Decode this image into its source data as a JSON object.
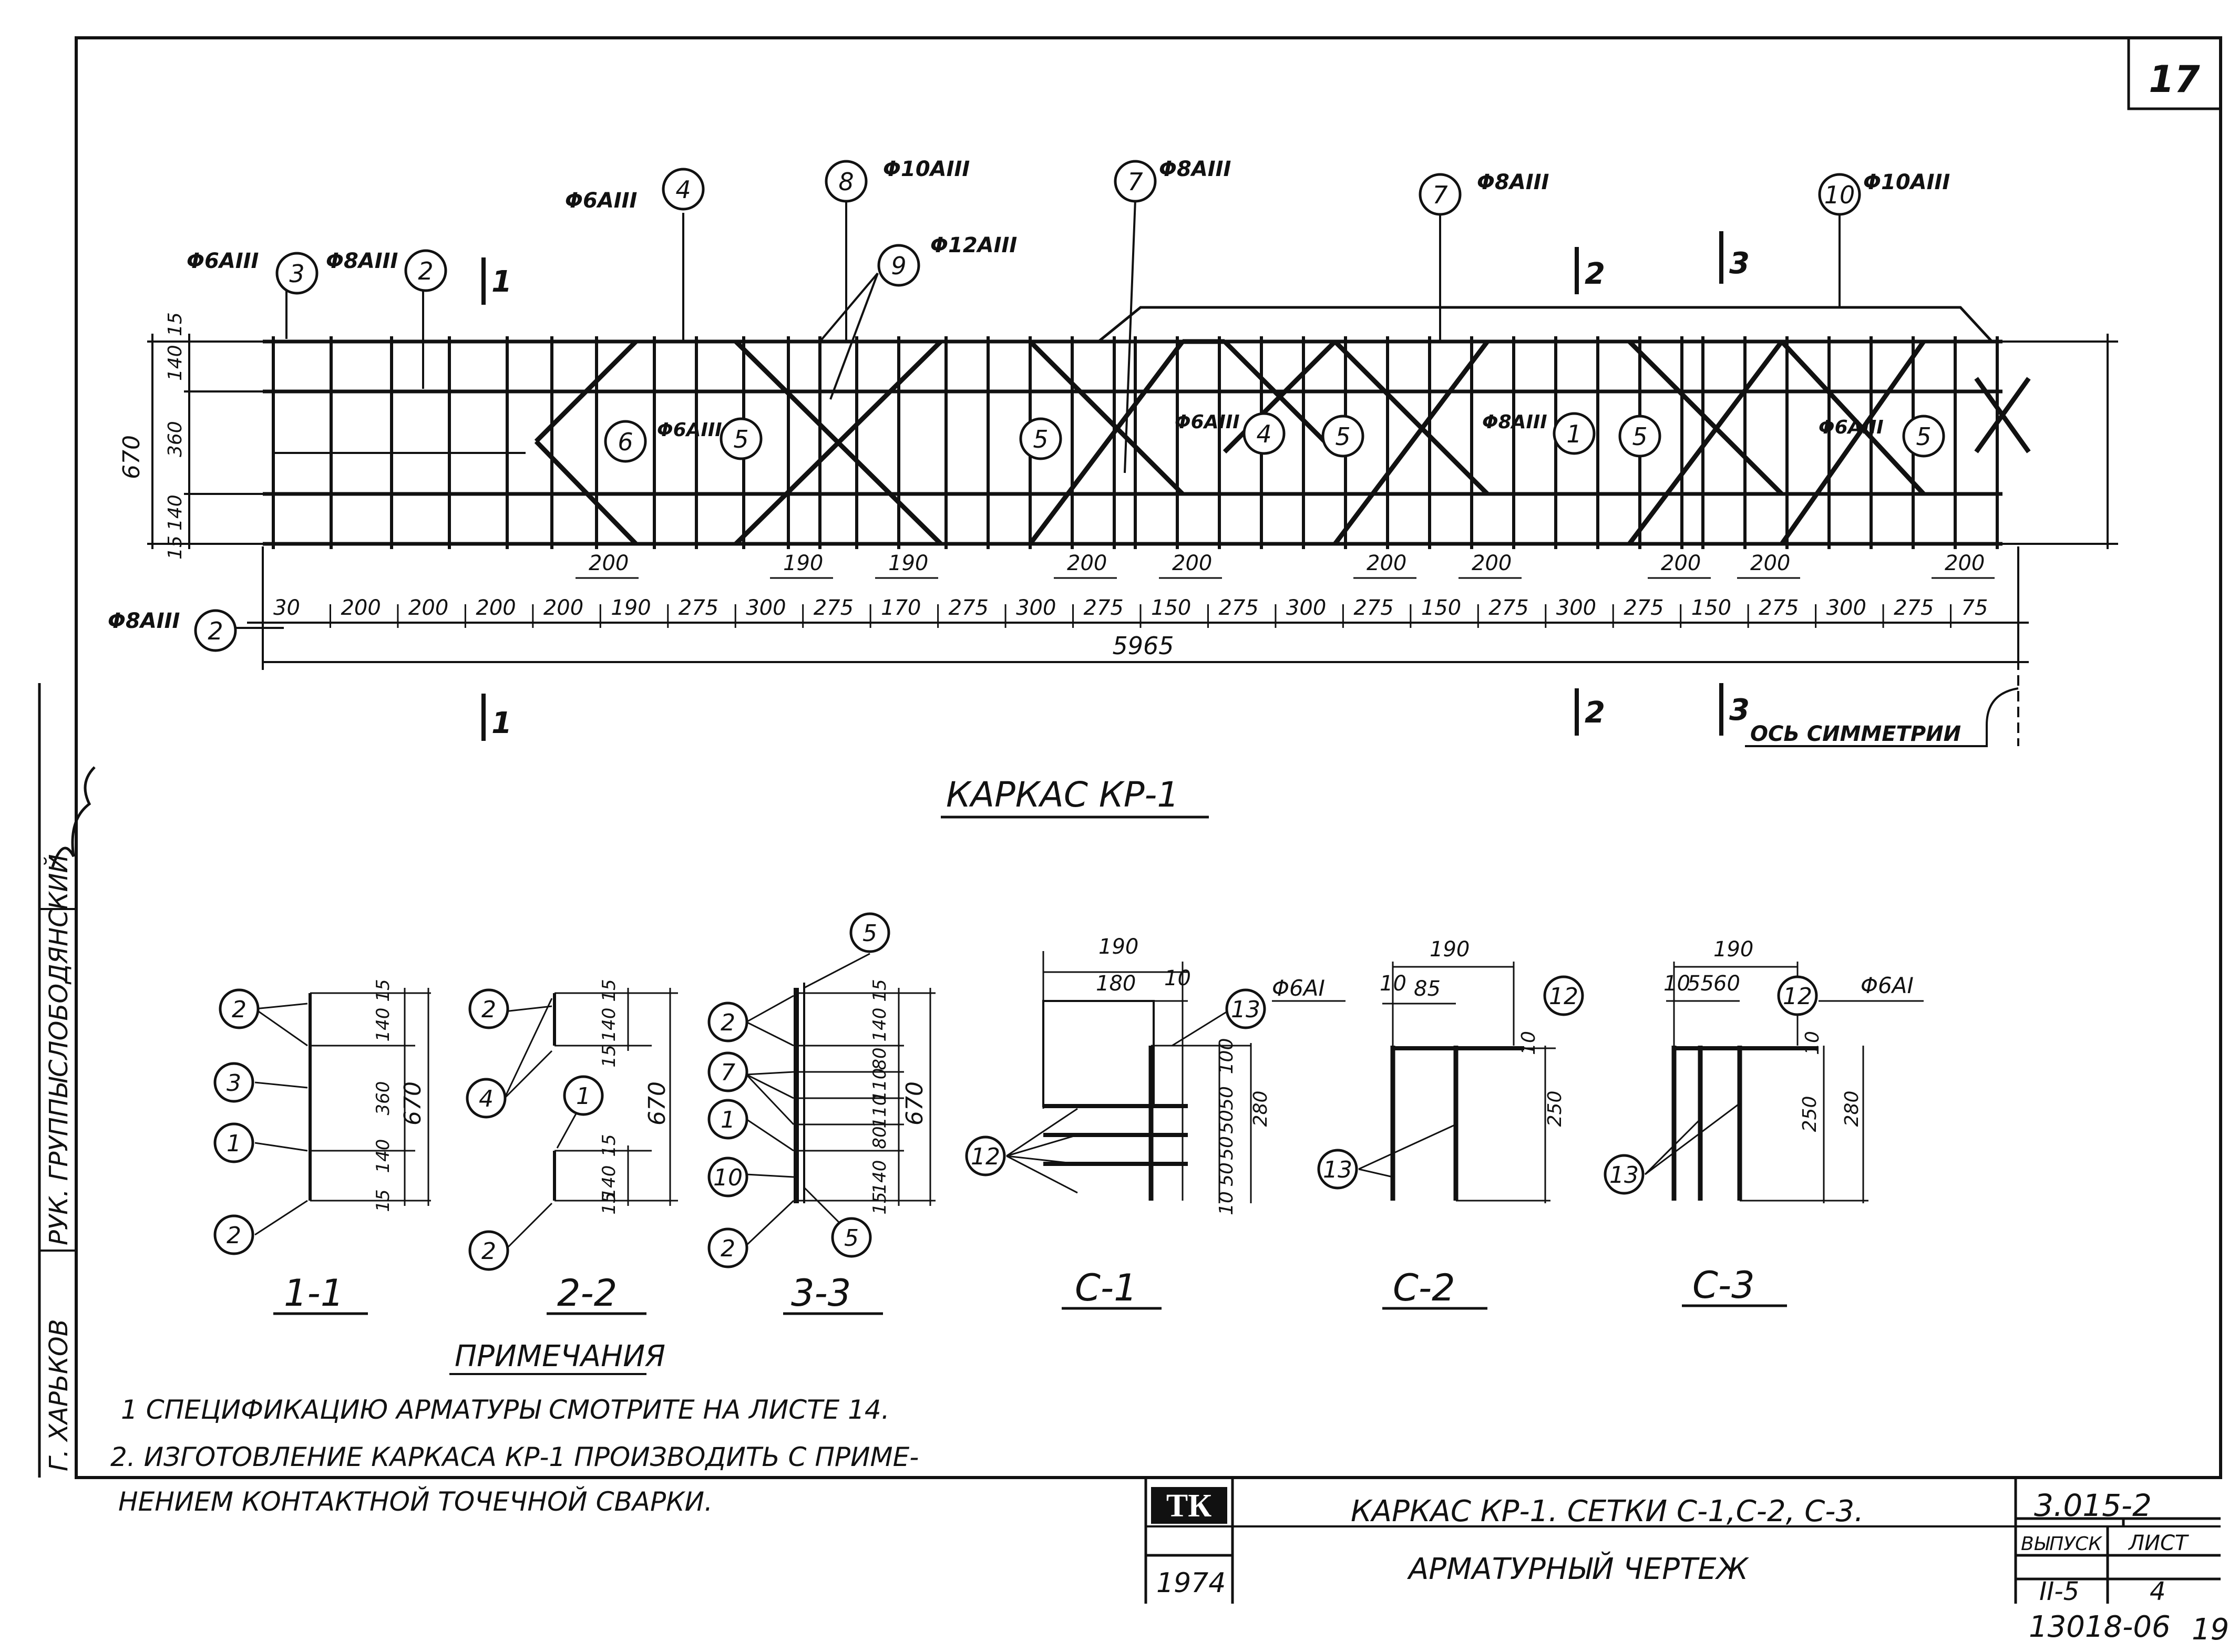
{
  "sheet": {
    "number": "17",
    "stamp": "13018-06",
    "corner": "19"
  },
  "main_title": "КАРКАС КР-1",
  "axis_label": "ОСЬ СИММЕТРИИ",
  "top_labels": {
    "l1": "Φ6AIII",
    "l2": "Φ8AIII",
    "l3": "Φ6AIII",
    "l4": "Φ10AIII",
    "l5": "Φ12AIII",
    "l6": "Φ8AIII",
    "l7": "Φ8AIII",
    "l8": "Φ10AIII",
    "l9": "Φ8AIII",
    "m1": "Φ6AIII",
    "m2": "Φ6AIII",
    "m3": "Φ8AIII",
    "m4": "Φ6AIII"
  },
  "balloons": {
    "b3": "3",
    "b2a": "2",
    "b4": "4",
    "b8": "8",
    "b9": "9",
    "b7a": "7",
    "b7b": "7",
    "b10": "10",
    "b6": "6",
    "b5a": "5",
    "b5b": "5",
    "b4m": "4",
    "b5c": "5",
    "b1m": "1",
    "b5d": "5",
    "b5e": "5",
    "b2b": "2"
  },
  "section_marks": {
    "s1": "1",
    "s2": "2",
    "s3": "3"
  },
  "bottom_dims": [
    "30",
    "200",
    "200",
    "200",
    "200",
    "190",
    "275",
    "300",
    "275",
    "170",
    "275",
    "300",
    "275",
    "150",
    "275",
    "300",
    "275",
    "150",
    "275",
    "300",
    "275",
    "150",
    "275",
    "300",
    "275",
    "75"
  ],
  "upper_dims": [
    "200",
    "190",
    "190",
    "200",
    "200",
    "200",
    "200",
    "200",
    "200",
    "200"
  ],
  "total_dim": "5965",
  "height_dims": {
    "total": "670",
    "a": "15",
    "b": "140",
    "c": "360",
    "d": "140",
    "e": "15"
  },
  "sections": [
    {
      "label": "1-1",
      "balloons": [
        "2",
        "3",
        "1",
        "2"
      ],
      "dims": [
        "15",
        "140",
        "360",
        "140",
        "15",
        "670"
      ]
    },
    {
      "label": "2-2",
      "balloons": [
        "2",
        "4",
        "1",
        "2"
      ],
      "dims": [
        "15",
        "140",
        "15",
        "15",
        "140",
        "15",
        "670"
      ]
    },
    {
      "label": "3-3",
      "balloons": [
        "5",
        "2",
        "7",
        "1",
        "10",
        "2",
        "5"
      ],
      "dims": [
        "15",
        "140",
        "80",
        "110",
        "110",
        "80",
        "140",
        "15",
        "670"
      ]
    }
  ],
  "nets": [
    {
      "label": "С-1",
      "dims": [
        "190",
        "180",
        "10",
        "100",
        "50",
        "50",
        "50",
        "50",
        "10",
        "280"
      ],
      "rebar": "Φ6AI",
      "balloons": [
        "13",
        "12"
      ]
    },
    {
      "label": "С-2",
      "dims": [
        "190",
        "10",
        "85",
        "10",
        "250"
      ],
      "balloons": [
        "12",
        "13"
      ]
    },
    {
      "label": "С-3",
      "dims": [
        "190",
        "10",
        "55",
        "60",
        "10",
        "250",
        "280"
      ],
      "rebar": "Φ6AI",
      "balloons": [
        "12",
        "13"
      ]
    }
  ],
  "notes": {
    "heading": "ПРИМЕЧАНИЯ",
    "lines": [
      "1 СПЕЦИФИКАЦИЮ АРМАТУРЫ СМОТРИТЕ НА ЛИСТЕ 14.",
      "2. ИЗГОТОВЛЕНИЕ КАРКАСА КР-1 ПРОИЗВОДИТЬ С ПРИМЕ-",
      "НЕНИЕМ КОНТАКТНОЙ ТОЧЕЧНОЙ СВАРКИ."
    ]
  },
  "title_block": {
    "logo": "ТК",
    "year": "1974",
    "title_line1": "КАРКАС КР-1. СЕТКИ С-1,С-2, С-3.",
    "title_line2": "АРМАТУРНЫЙ ЧЕРТЕЖ",
    "code": "3.015-2",
    "issue_label": "ВЫПУСК",
    "sheet_label": "ЛИСТ",
    "issue": "II-5",
    "sheet": "4"
  },
  "margin": {
    "group": "РУК. ГРУППЫ",
    "name": "СЛОБОДЯНСКИЙ",
    "city": "Г. ХАРЬКОВ"
  }
}
